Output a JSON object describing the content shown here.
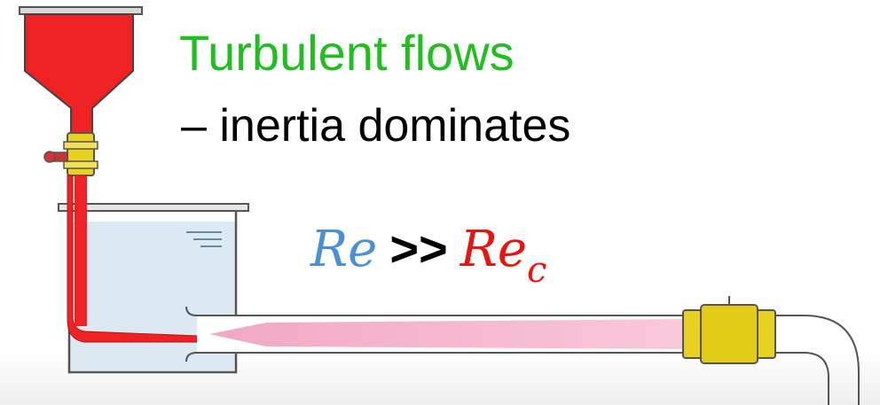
{
  "title": "Turbulent flows",
  "subtitle": "– inertia dominates",
  "equation": {
    "lhs": "Re",
    "operator": ">>",
    "rhs": "Re",
    "rhs_subscript": "c"
  },
  "colors": {
    "title": "#20bf20",
    "dye": "#ee2222",
    "water": "#dde9f2",
    "jet": "#f7b7cf",
    "coupling": "#e8d21f",
    "lhs": "#4a90d9",
    "rhs": "#ee1111"
  }
}
